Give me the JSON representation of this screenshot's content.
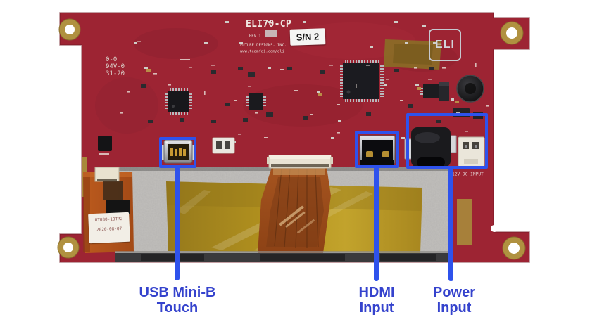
{
  "figure": {
    "type": "annotated-hardware-photo",
    "subject": "ELI70-CP display board, rear view with connector callouts"
  },
  "board": {
    "model": "ELI70-CP",
    "rev_label": "REV 1",
    "serial_label": "S/N 2",
    "manufacturer": "FUTURE DESIGNS, INC.",
    "website": "www.teamfdi.com/eli",
    "logo_text": "ELI",
    "flammability_marking": [
      "0-0",
      "94V-0",
      "31-20"
    ],
    "power_silkscreen": "12V DC INPUT"
  },
  "display_flex_sticker": {
    "line1": "GT080-10TR2",
    "line2": "2020-08-07"
  },
  "annotations": [
    {
      "id": "usb",
      "label_line1": "USB Mini-B",
      "label_line2": "Touch",
      "target": "usb-mini-b-connector"
    },
    {
      "id": "hdmi",
      "label_line1": "HDMI",
      "label_line2": "Input",
      "target": "hdmi-connector"
    },
    {
      "id": "power",
      "label_line1": "Power",
      "label_line2": "Input",
      "target": "power-connectors"
    }
  ],
  "colors": {
    "background": "#ffffff",
    "pcb_red": "#9d2433",
    "annotation_blue": "#2e52ec",
    "label_text_blue": "#3543cd",
    "kapton_gold": "#a8871f",
    "flex_orange": "#b4551d",
    "display_gray": "#c1bfbc"
  }
}
